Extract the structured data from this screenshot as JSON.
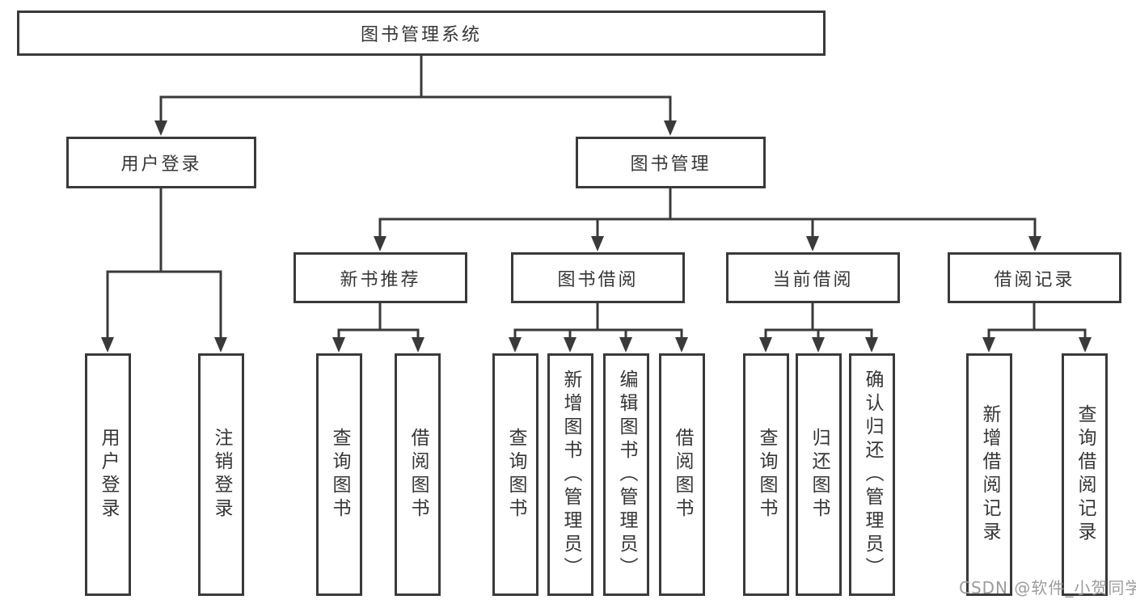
{
  "tree": {
    "label": "图书管理系统",
    "children": [
      {
        "label": "用户登录",
        "children": [
          {
            "label": "用户登录"
          },
          {
            "label": "注销登录"
          }
        ]
      },
      {
        "label": "图书管理",
        "children": [
          {
            "label": "新书推荐",
            "children": [
              {
                "label": "查询图书"
              },
              {
                "label": "借阅图书"
              }
            ]
          },
          {
            "label": "图书借阅",
            "children": [
              {
                "label": "查询图书"
              },
              {
                "label": "新增图书（管理员）"
              },
              {
                "label": "编辑图书（管理员）"
              },
              {
                "label": "借阅图书"
              }
            ]
          },
          {
            "label": "当前借阅",
            "children": [
              {
                "label": "查询图书"
              },
              {
                "label": "归还图书"
              },
              {
                "label": "确认归还（管理员）"
              }
            ]
          },
          {
            "label": "借阅记录",
            "children": [
              {
                "label": "新增借阅记录"
              },
              {
                "label": "查询借阅记录"
              }
            ]
          }
        ]
      }
    ]
  },
  "watermark": {
    "text": "CSDN @软件_小贺同学"
  },
  "colors": {
    "line": "#3a3a3a",
    "text": "#363636",
    "watermark": "#9c9c9c",
    "background": "#ffffff"
  }
}
